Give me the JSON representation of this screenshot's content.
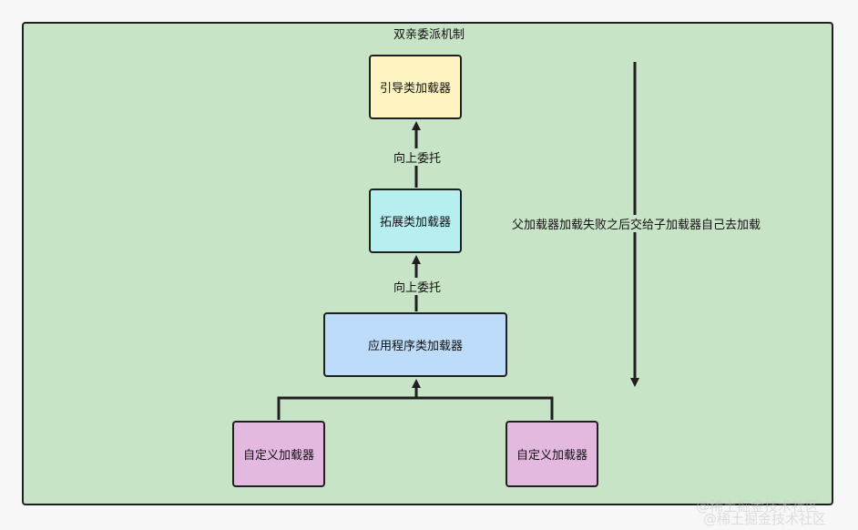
{
  "diagram": {
    "title": "双亲委派机制",
    "nodes": {
      "bootstrap": "引导类加载器",
      "extension": "拓展类加载器",
      "application": "应用程序类加载器",
      "custom_left": "自定义加载器",
      "custom_right": "自定义加载器"
    },
    "edges": {
      "ext_to_boot_label": "向上委托",
      "app_to_ext_label": "向上委托"
    },
    "side_label": "父加载器加载失败之后交给子加载器自己去加载",
    "colors": {
      "background": "#c8e4c6",
      "bootstrap": "#fdf4c1",
      "extension": "#b7eef0",
      "application": "#bcdcfa",
      "custom": "#e3b9e0"
    }
  },
  "watermark": {
    "line1": "@稀土掘金技术社区",
    "line2": "@稀土掘金技术社区"
  }
}
